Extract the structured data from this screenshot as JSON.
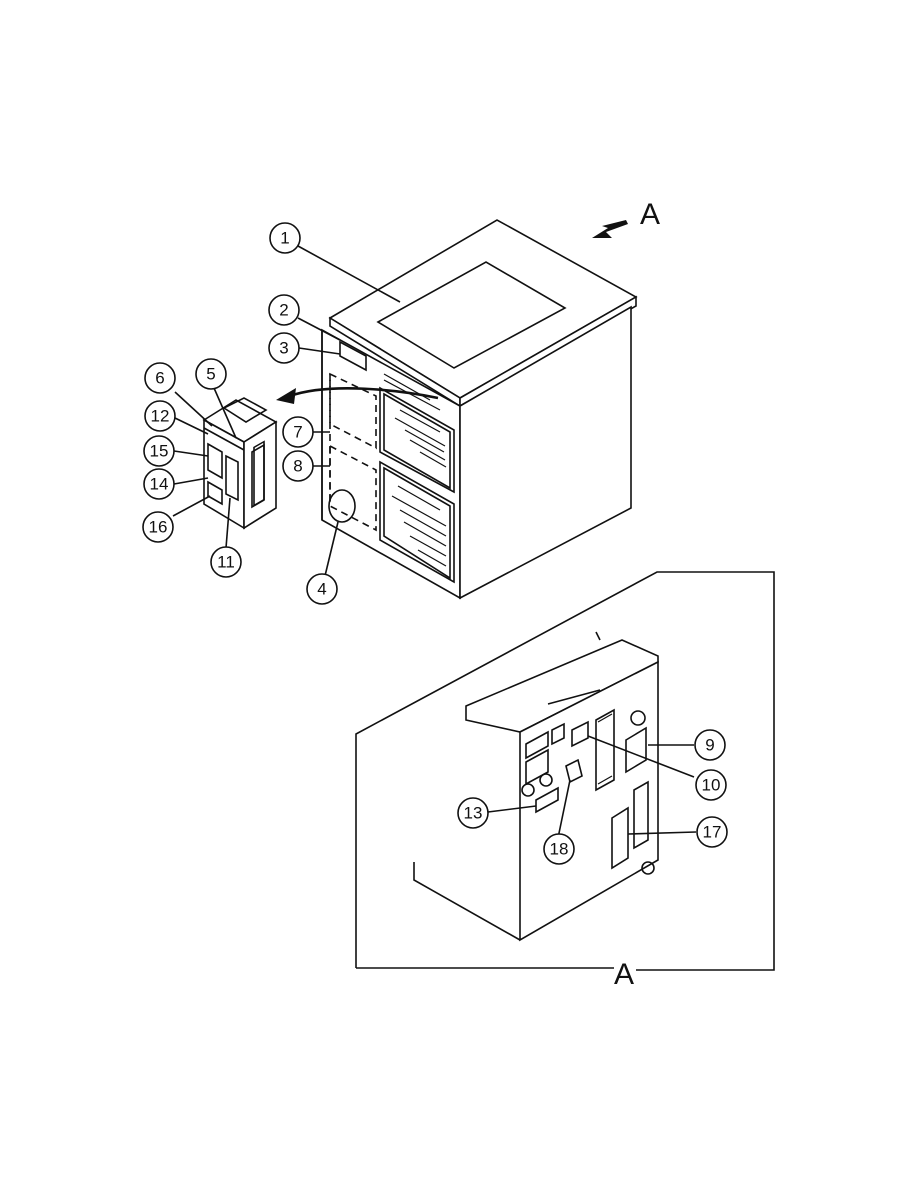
{
  "view_marker": "A",
  "callouts": {
    "c1": "1",
    "c2": "2",
    "c3": "3",
    "c4": "4",
    "c5": "5",
    "c6": "6",
    "c7": "7",
    "c8": "8",
    "c9": "9",
    "c10": "10",
    "c11": "11",
    "c12": "12",
    "c13": "13",
    "c14": "14",
    "c15": "15",
    "c16": "16",
    "c17": "17",
    "c18": "18"
  }
}
